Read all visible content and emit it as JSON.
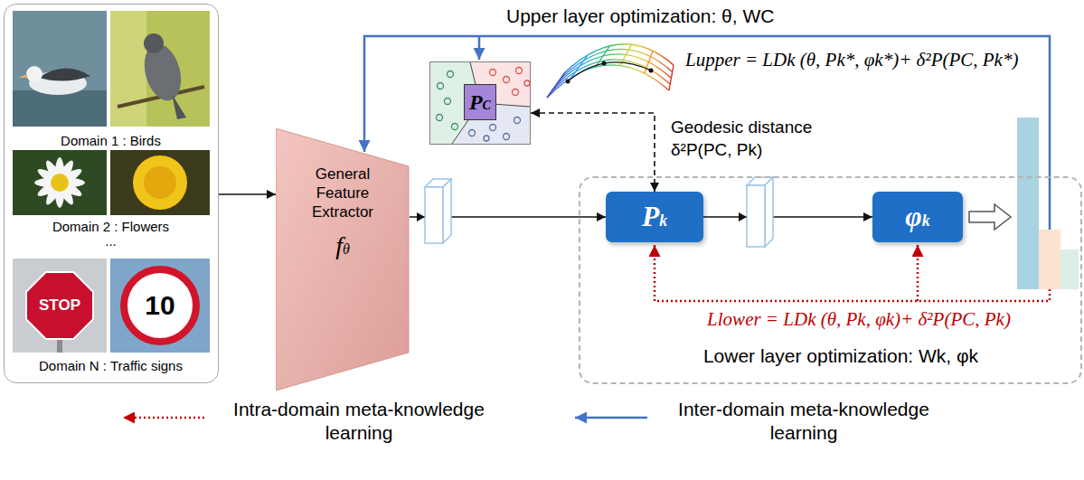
{
  "diagram": {
    "nodes": [
      {
        "text": [
          "Domain 1 : Birds",
          "Domain 2 : Flowers",
          "...",
          "Domain N : Traffic signs"
        ]
      },
      {
        "text": [
          "General Feature Extractor",
          "fθ"
        ]
      },
      {
        "text": [
          "PC"
        ]
      },
      {
        "text": [
          "Llower = LDk (θ, Pk, φk)+ δ²P(PC, Pk)",
          "Lower layer optimization: Wk, φk"
        ]
      },
      {
        "text": [
          "Pk"
        ],
        "in": 3
      },
      {
        "text": [
          "φk"
        ],
        "in": 3
      }
    ],
    "edges": [
      {
        "from": 0,
        "to": 1,
        "arrow": "to"
      },
      {
        "from": 1,
        "to": 4,
        "arrow": "to"
      },
      {
        "from": 4,
        "to": 5,
        "arrow": "to"
      },
      {
        "from": 2,
        "to": 4,
        "arrow": "both",
        "label": "Geodesic distance δ²P(PC, Pk)"
      }
    ],
    "labels": [
      "Upper layer optimization: θ, WC",
      "Lupper = LDk (θ, Pk*, φk*)+ δ²P(PC, Pk*)",
      "STOP",
      "10"
    ],
    "legend": [
      {
        "text": "Intra-domain meta-knowledge learning"
      },
      {
        "text": "Inter-domain meta-knowledge learning"
      }
    ]
  }
}
